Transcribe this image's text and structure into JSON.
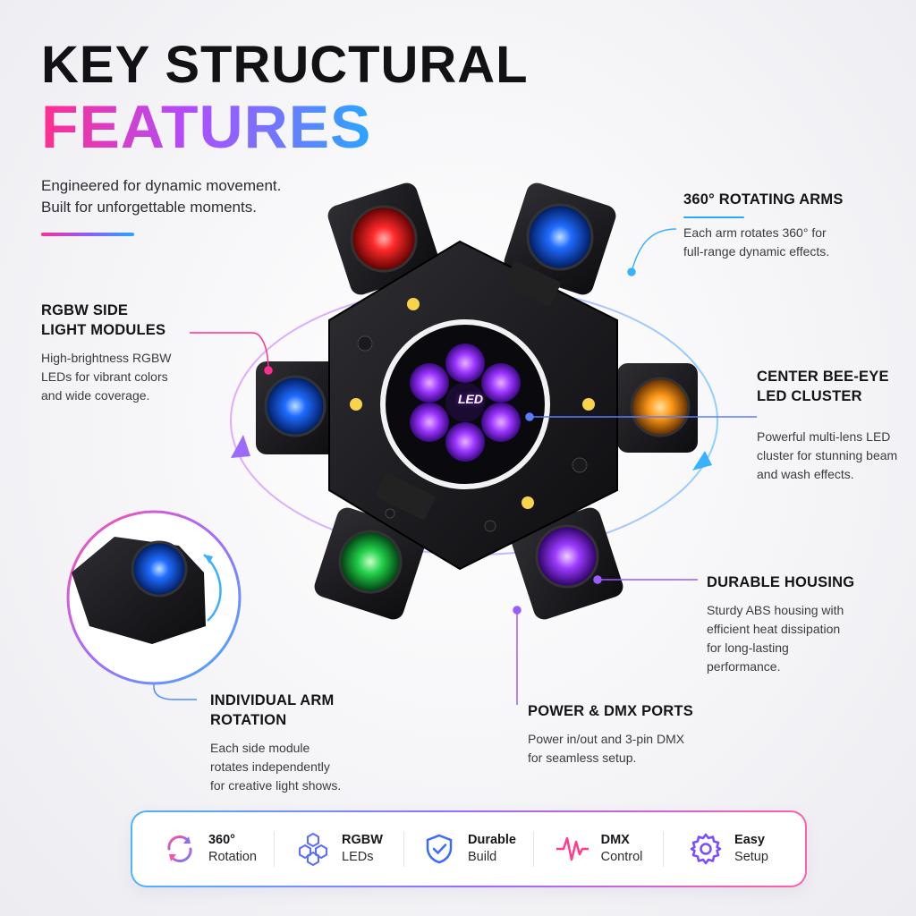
{
  "header": {
    "title_line1": "KEY STRUCTURAL",
    "title_line2": "FEATURES",
    "tagline_line1": "Engineered for dynamic movement.",
    "tagline_line2": "Built for unforgettable moments."
  },
  "device": {
    "center_label": "LED"
  },
  "features": [
    {
      "id": "rotating-arms",
      "title_lines": [
        "360° ROTATING ARMS"
      ],
      "desc_lines": [
        "Each arm rotates 360° for",
        "full-range dynamic effects."
      ],
      "accent": "#2aa6ff"
    },
    {
      "id": "rgbw-modules",
      "title_lines": [
        "RGBW SIDE",
        "LIGHT MODULES"
      ],
      "desc_lines": [
        "High-brightness RGBW",
        "LEDs for vibrant colors",
        "and wide coverage."
      ],
      "accent": "#ff2e8f"
    },
    {
      "id": "bee-eye",
      "title_lines": [
        "CENTER BEE-EYE",
        "LED CLUSTER"
      ],
      "desc_lines": [
        "Powerful multi-lens LED",
        "cluster for stunning beam",
        "and wash effects."
      ],
      "accent": "#5b7cff"
    },
    {
      "id": "durable-housing",
      "title_lines": [
        "DURABLE HOUSING"
      ],
      "desc_lines": [
        "Sturdy ABS housing with",
        "efficient heat dissipation",
        "for long-lasting",
        "performance."
      ],
      "accent": "#9b5cff"
    },
    {
      "id": "arm-rotation",
      "title_lines": [
        "INDIVIDUAL ARM",
        "ROTATION"
      ],
      "desc_lines": [
        "Each side module",
        "rotates independently",
        "for creative light shows."
      ],
      "accent": "#2aa6ff"
    },
    {
      "id": "power-dmx",
      "title_lines": [
        "POWER & DMX PORTS"
      ],
      "desc_lines": [
        "Power in/out and 3-pin DMX",
        "for seamless setup."
      ],
      "accent": "#9b5cff"
    }
  ],
  "bottom_bar": [
    {
      "icon": "rotation-icon",
      "line1": "360°",
      "line2": "Rotation"
    },
    {
      "icon": "hexagon-cluster-icon",
      "line1": "RGBW",
      "line2": "LEDs"
    },
    {
      "icon": "shield-check-icon",
      "line1": "Durable",
      "line2": "Build"
    },
    {
      "icon": "signal-wave-icon",
      "line1": "DMX",
      "line2": "Control"
    },
    {
      "icon": "gear-icon",
      "line1": "Easy",
      "line2": "Setup"
    }
  ],
  "colors": {
    "red_lens": "#ff2a2a",
    "blue_lens": "#1f6bff",
    "amber_lens": "#ff9a1a",
    "green_lens": "#22d04a",
    "purple_lens": "#9b3bff",
    "accent_pink": "#ff2e8f",
    "accent_blue": "#2aa6ff",
    "accent_purple": "#9b5cff"
  }
}
